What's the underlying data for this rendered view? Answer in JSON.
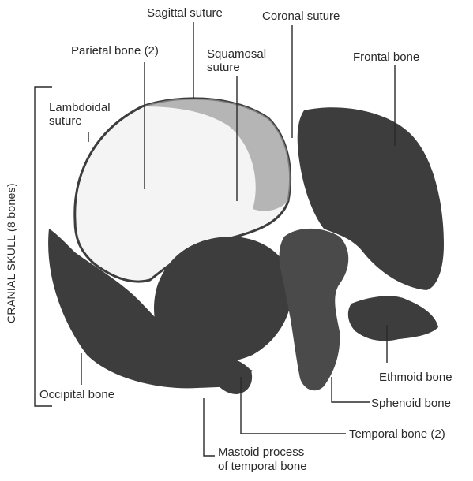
{
  "labels": {
    "sagittal": "Sagittal suture",
    "coronal": "Coronal suture",
    "parietal": "Parietal bone (2)",
    "squamosal_1": "Squamosal",
    "squamosal_2": "suture",
    "frontal": "Frontal bone",
    "lambdoidal_1": "Lambdoidal",
    "lambdoidal_2": "suture",
    "ethmoid": "Ethmoid bone",
    "sphenoid": "Sphenoid bone",
    "temporal": "Temporal bone (2)",
    "occipital": "Occipital bone",
    "mastoid_1": "Mastoid process",
    "mastoid_2": "of temporal bone"
  },
  "side_label": "CRANIAL  SKULL (8 bones)",
  "colors": {
    "bone_dark": "#3d3d3d",
    "bone_light": "#f4f4f4",
    "ink": "#2a2a2a"
  }
}
